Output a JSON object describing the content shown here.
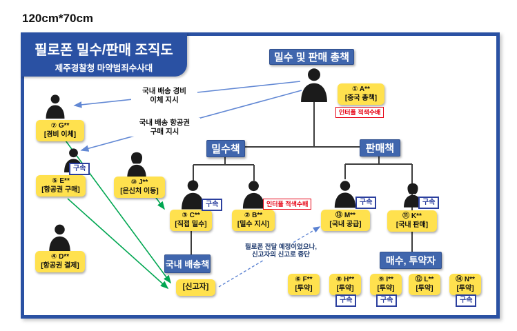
{
  "size_label": "120cm*70cm",
  "header": {
    "title": "필로폰 밀수/판매 조직도",
    "subtitle": "제주경찰청 마약범죄수사대"
  },
  "groups": {
    "boss": "밀수 및 판매 총책",
    "smuggling_head": "밀수책",
    "sales_head": "판매책",
    "domestic_delivery": "국내 배송책",
    "buyers": "매수, 투약자"
  },
  "badges": {
    "arrest": "구속",
    "interpol": "인터폴 적색수배"
  },
  "persons": {
    "a": {
      "name": "① A**",
      "role": "[중국 총책]"
    },
    "b": {
      "name": "② B**",
      "role": "[밀수 지시]"
    },
    "c": {
      "name": "③ C**",
      "role": "[직접 밀수]"
    },
    "d": {
      "name": "④ D**",
      "role": "[항공권 결제]"
    },
    "e": {
      "name": "⑤ E**",
      "role": "[항공권 구매]"
    },
    "f": {
      "name": "⑥ F**",
      "role": "[투약]"
    },
    "g": {
      "name": "⑦ G**",
      "role": "[경비 이체]"
    },
    "h": {
      "name": "⑧ H**",
      "role": "[투약]"
    },
    "i": {
      "name": "⑨ I**",
      "role": "[투약]"
    },
    "j": {
      "name": "⑩ J**",
      "role": "[은신처 이동]"
    },
    "k": {
      "name": "⑪ K**",
      "role": "[국내 판매]"
    },
    "l": {
      "name": "⑫ L**",
      "role": "[투약]"
    },
    "m": {
      "name": "⑬ M**",
      "role": "[국내 공급]"
    },
    "n": {
      "name": "⑭ N**",
      "role": "[투약]"
    }
  },
  "reporter": "[신고자]",
  "annotations": {
    "expense_line1": "국내 배송 경비",
    "expense_line2": "이체 지시",
    "ticket_line1": "국내 배송 항공권",
    "ticket_line2": "구매 지시",
    "handoff_line1": "필로폰 전달 예정이었으나,",
    "handoff_line2": "신고자의 신고로 중단"
  },
  "colors": {
    "frame_blue": "#2a51a3",
    "node_blue": "#4066ad",
    "note_yellow": "#ffe14e",
    "arrest_blue": "#2b3f9e",
    "interpol_red": "#e60012",
    "arrow_green": "#00a651",
    "arrow_blue": "#6288d4",
    "silhouette": "#1b1b1b"
  }
}
